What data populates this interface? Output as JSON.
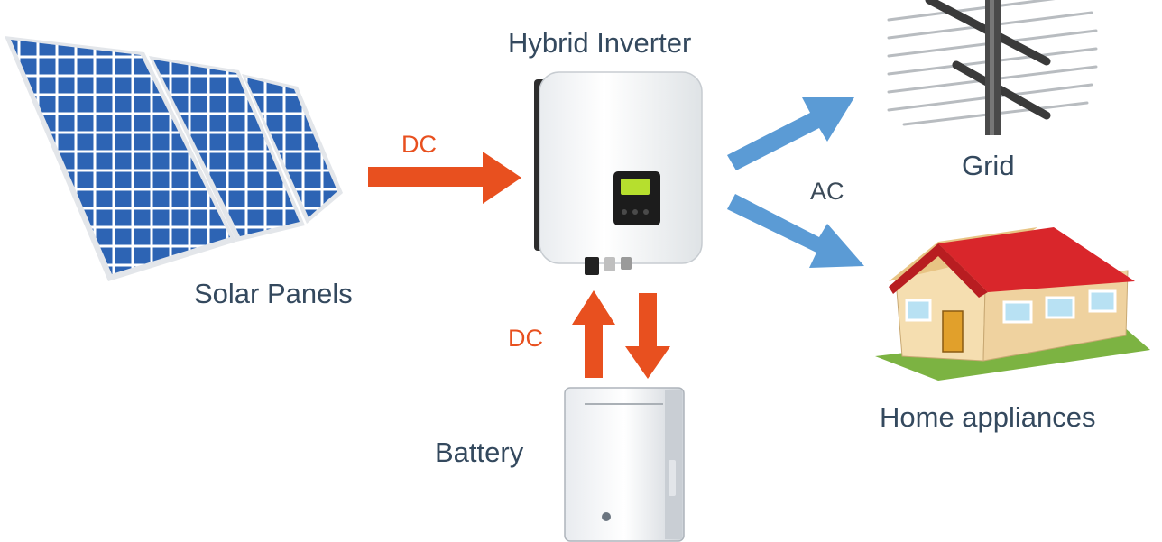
{
  "labels": {
    "inverter": "Hybrid Inverter",
    "solar": "Solar Panels",
    "grid": "Grid",
    "home": "Home appliances",
    "battery": "Battery",
    "dc_solar": "DC",
    "dc_battery": "DC",
    "ac": "AC"
  },
  "colors": {
    "dc_arrow": "#e8501f",
    "ac_arrow": "#5b9bd5",
    "panel_cell": "#2d64b4",
    "roof": "#d9262b",
    "wall": "#f5deb0",
    "lawn": "#7cb342"
  }
}
